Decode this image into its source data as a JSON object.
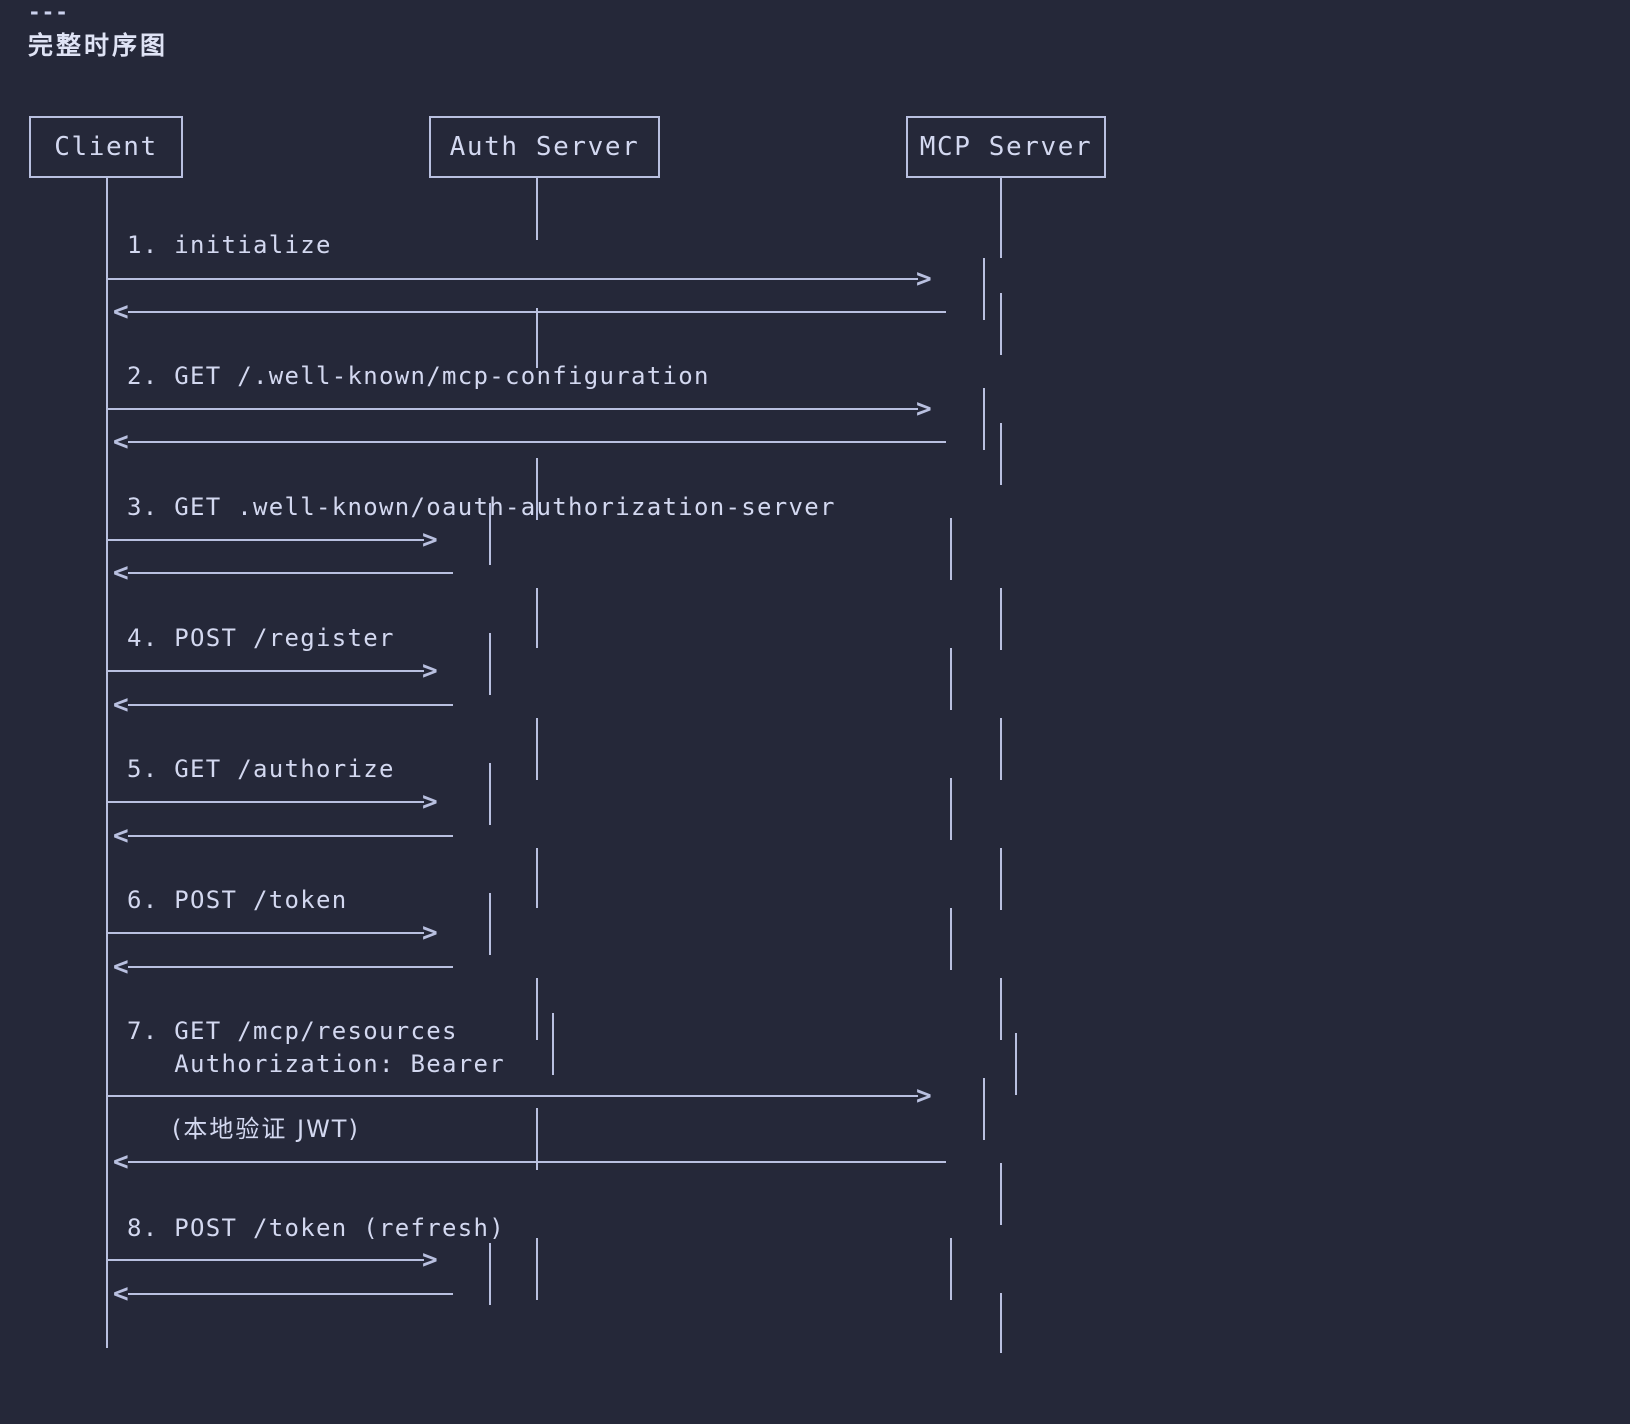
{
  "document": {
    "rule": "---",
    "title": "完整时序图"
  },
  "diagram": {
    "type": "sequence",
    "participants": [
      {
        "id": "client",
        "label": "Client"
      },
      {
        "id": "auth",
        "label": "Auth Server"
      },
      {
        "id": "mcp",
        "label": "MCP Server"
      }
    ],
    "messages": [
      {
        "index": "1",
        "label": "1. initialize",
        "from": "client",
        "to": "mcp",
        "direction": "request",
        "has_reply": true
      },
      {
        "index": "2",
        "label": "2. GET /.well-known/mcp-configuration",
        "from": "client",
        "to": "mcp",
        "direction": "request",
        "has_reply": true
      },
      {
        "index": "3",
        "label": "3. GET .well-known/oauth-authorization-server",
        "from": "client",
        "to": "auth",
        "direction": "request",
        "has_reply": true
      },
      {
        "index": "4",
        "label": "4. POST /register",
        "from": "client",
        "to": "auth",
        "direction": "request",
        "has_reply": true
      },
      {
        "index": "5",
        "label": "5. GET /authorize",
        "from": "client",
        "to": "auth",
        "direction": "request",
        "has_reply": true
      },
      {
        "index": "6",
        "label": "6. POST /token",
        "from": "client",
        "to": "auth",
        "direction": "request",
        "has_reply": true
      },
      {
        "index": "7",
        "label_line1": "7. GET /mcp/resources",
        "label_line2": "   Authorization: Bearer",
        "note": "(本地验证 JWT)",
        "from": "client",
        "to": "mcp",
        "direction": "request",
        "has_reply": true
      },
      {
        "index": "8",
        "label": "8. POST /token (refresh)",
        "from": "client",
        "to": "auth",
        "direction": "request",
        "has_reply": true
      }
    ],
    "arrow_glyphs": {
      "right": ">",
      "left": "<"
    },
    "colors": {
      "background": "#252839",
      "stroke": "#b9c0e0",
      "text": "#d3d8f0"
    }
  }
}
